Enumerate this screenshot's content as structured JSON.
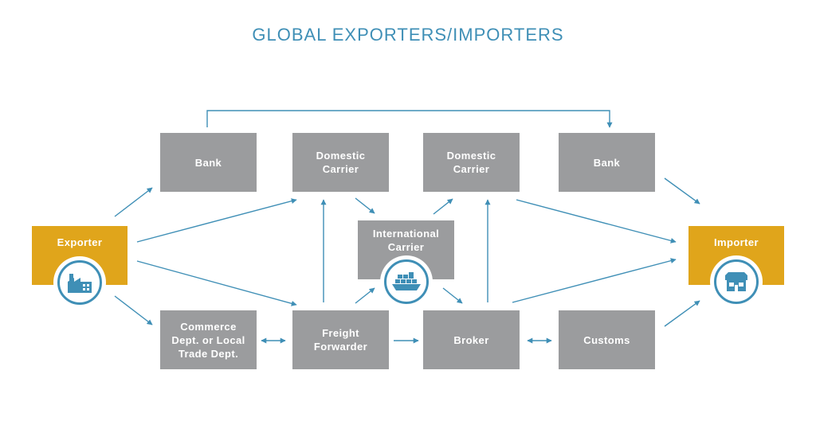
{
  "title": "GLOBAL EXPORTERS/IMPORTERS",
  "colors": {
    "title": "#3f8fb6",
    "arrow": "#3f8fb6",
    "node_grey": "#9b9c9e",
    "node_gold": "#e0a51b",
    "text_on_node": "#ffffff"
  },
  "nodes": {
    "exporter": {
      "label": "Exporter",
      "icon": "factory-icon"
    },
    "importer": {
      "label": "Importer",
      "icon": "storefront-icon"
    },
    "bank_left": {
      "label": "Bank"
    },
    "domestic_carrier_left": {
      "label": "Domestic\nCarrier"
    },
    "domestic_carrier_right": {
      "label": "Domestic\nCarrier"
    },
    "bank_right": {
      "label": "Bank"
    },
    "international_carrier": {
      "label": "International\nCarrier",
      "icon": "cargo-ship-icon"
    },
    "commerce_dept": {
      "label": "Commerce\nDept. or Local\nTrade Dept."
    },
    "freight_forwarder": {
      "label": "Freight\nForwarder"
    },
    "broker": {
      "label": "Broker"
    },
    "customs": {
      "label": "Customs"
    }
  }
}
